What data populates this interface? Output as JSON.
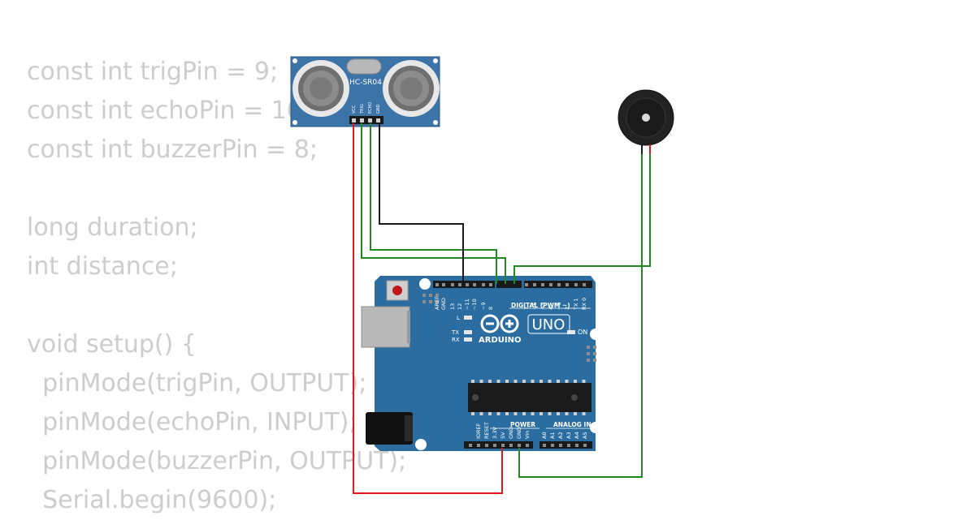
{
  "code_lines": [
    "const int trigPin = 9;",
    "const int echoPin = 10;",
    "const int buzzerPin = 8;",
    "",
    "long duration;",
    "int distance;",
    "",
    "void setup() {",
    "  pinMode(trigPin, OUTPUT);",
    "  pinMode(echoPin, INPUT);",
    "  pinMode(buzzerPin, OUTPUT);",
    "  Serial.begin(9600);"
  ],
  "sensor": {
    "model": "HC-SR04",
    "pins": [
      "VCC",
      "TRIG",
      "ECHO",
      "GND"
    ]
  },
  "arduino": {
    "brand": "ARDUINO",
    "model": "UNO",
    "on_label": "ON",
    "led_labels": {
      "l": "L",
      "tx": "TX",
      "rx": "RX"
    },
    "digital_header": "DIGITAL (PWM ~)",
    "digital_pins": [
      "AREF",
      "GND",
      "13",
      "12",
      "~11",
      "~10",
      "~9",
      "8",
      "7",
      "~6",
      "~5",
      "4",
      "~3",
      "2",
      "TX 1",
      "RX 0"
    ],
    "power_header": "POWER",
    "power_pins": [
      "IOREF",
      "RESET",
      "3.3V",
      "5V",
      "GND",
      "GND",
      "Vin"
    ],
    "analog_header": "ANALOG IN",
    "analog_pins": [
      "A0",
      "A1",
      "A2",
      "A3",
      "A4",
      "A5"
    ]
  },
  "wire_colors": {
    "power": "#e0181c",
    "ground": "#1a1a1a",
    "signal": "#1f8a1f"
  },
  "colors": {
    "board": "#2b6da0",
    "sensor_board": "#3d74a8",
    "code_text": "#cdcdcd"
  }
}
